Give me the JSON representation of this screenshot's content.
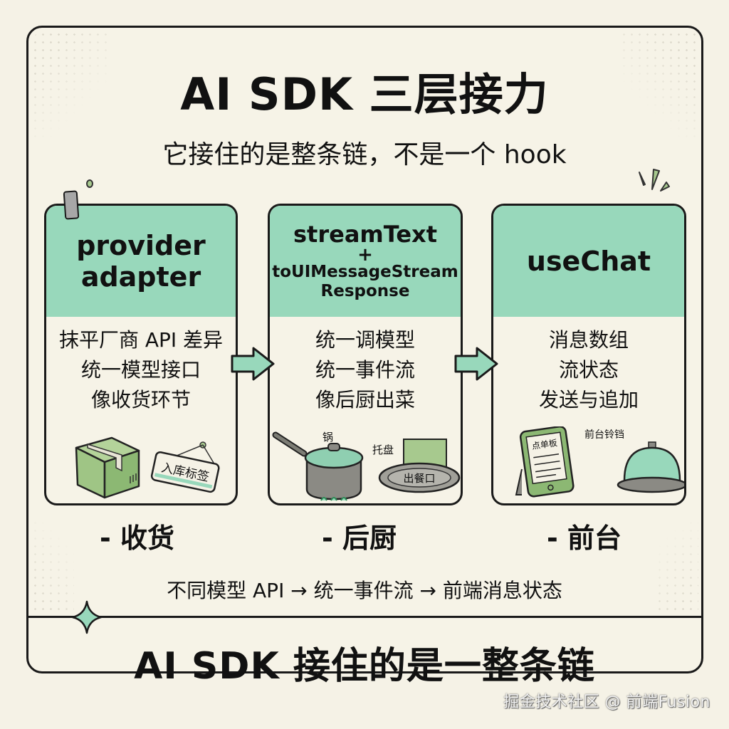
{
  "header": {
    "title": "AI SDK 三层接力",
    "subtitle": "它接住的是整条链，不是一个 hook"
  },
  "colors": {
    "background": "#f5f2e6",
    "card_header": "#98d8bb",
    "accent_green": "#a7c98e",
    "outline": "#1a1a1a"
  },
  "layers": [
    {
      "title_lines": [
        "provider",
        "adapter"
      ],
      "descriptions": [
        "抹平厂商 API 差异",
        "统一模型接口",
        "像收货环节"
      ],
      "illustration": {
        "icons": [
          "package-box-icon",
          "tag-sign-icon"
        ],
        "labels": [
          "入库标签"
        ]
      },
      "role": "- 收货"
    },
    {
      "title_main": "streamText",
      "title_plus": "+",
      "title_sub_lines": [
        "toUIMessageStream",
        "Response"
      ],
      "descriptions": [
        "统一调模型",
        "统一事件流",
        "像后厨出菜"
      ],
      "illustration": {
        "icons": [
          "pot-icon",
          "tray-icon"
        ],
        "labels": [
          "锅",
          "托盘",
          "出餐口"
        ]
      },
      "role": "- 后厨"
    },
    {
      "title_lines": [
        "useChat"
      ],
      "descriptions": [
        "消息数组",
        "流状态",
        "发送与追加"
      ],
      "illustration": {
        "icons": [
          "order-tablet-icon",
          "service-bell-icon"
        ],
        "labels": [
          "点单板",
          "前台铃铛"
        ]
      },
      "role": "- 前台"
    }
  ],
  "flow": {
    "text": "不同模型 API → 统一事件流 → 前端消息状态"
  },
  "footer": {
    "conclusion": "AI SDK 接住的是一整条链",
    "watermark": "掘金技术社区 @ 前端Fusion"
  }
}
